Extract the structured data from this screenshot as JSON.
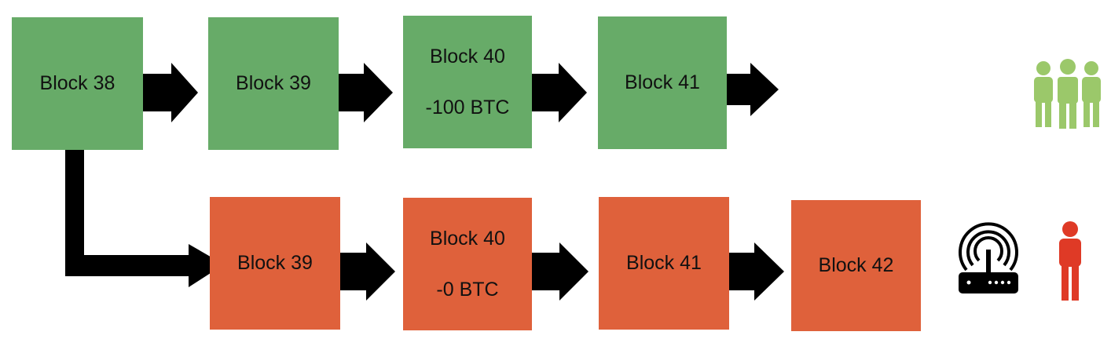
{
  "colors": {
    "main_chain": "#67ab68",
    "fork_chain": "#df613b",
    "arrow": "#000000",
    "crowd_icon": "#9bc86a",
    "person_icon": "#df3a26",
    "router_icon": "#000000"
  },
  "main_chain": [
    {
      "label": "Block 38"
    },
    {
      "label": "Block 39"
    },
    {
      "label": "Block 40",
      "detail": "-100 BTC"
    },
    {
      "label": "Block 41"
    }
  ],
  "fork_chain": [
    {
      "label": "Block 39"
    },
    {
      "label": "Block 40",
      "detail": "-0 BTC"
    },
    {
      "label": "Block 41"
    },
    {
      "label": "Block 42"
    }
  ],
  "icons": {
    "main_group": "people-group-icon",
    "attacker_router": "wifi-router-icon",
    "attacker_person": "person-icon"
  }
}
